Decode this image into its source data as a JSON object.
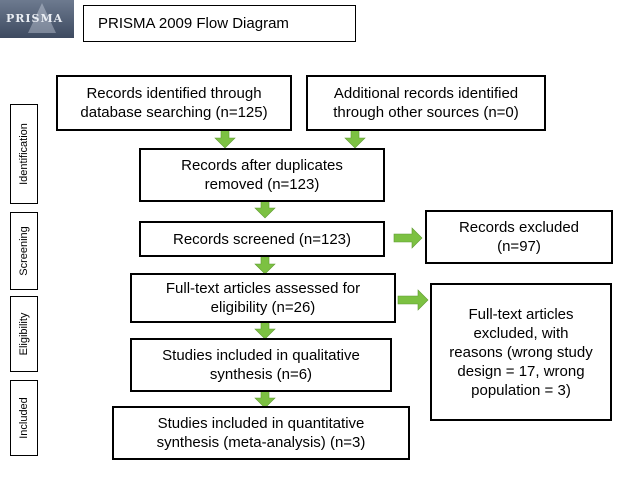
{
  "logo": {
    "text": "PRISMA",
    "icon": "prisma-logo"
  },
  "title": "PRISMA 2009 Flow Diagram",
  "stages": [
    "Identification",
    "Screening",
    "Eligibility",
    "Included"
  ],
  "boxes": {
    "db_search": [
      "Records identified through",
      "database searching (n=125)"
    ],
    "other_sources": [
      "Additional records identified",
      "through other sources (n=0)"
    ],
    "after_duplicates": [
      "Records after duplicates",
      "removed (n=123)"
    ],
    "screened": [
      "Records screened (n=123)"
    ],
    "excluded": [
      "Records excluded",
      "(n=97)"
    ],
    "fulltext": [
      "Full-text articles assessed for",
      "eligibility (n=26)"
    ],
    "fulltext_excluded": [
      "Full-text articles",
      "excluded, with",
      "reasons (wrong study",
      "design = 17, wrong",
      "population = 3)"
    ],
    "qualitative": [
      "Studies included in qualitative",
      "synthesis (n=6)"
    ],
    "quantitative": [
      "Studies included in quantitative",
      "synthesis (meta-analysis) (n=3)"
    ]
  },
  "colors": {
    "arrow": "#7cc142",
    "border": "#000000"
  }
}
